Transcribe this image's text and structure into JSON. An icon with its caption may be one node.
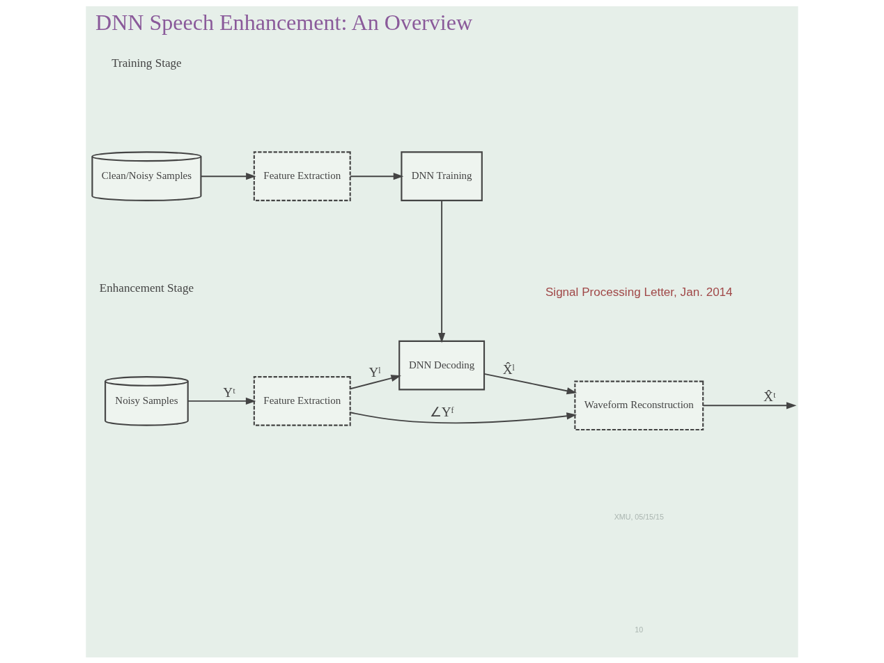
{
  "diagram": {
    "title": "DNN Speech Enhancement: An Overview",
    "nodes": [
      {
        "text": [
          "Clean/Noisy Samples"
        ]
      },
      {
        "text": [
          "Feature Extraction"
        ]
      },
      {
        "text": [
          "DNN Training"
        ]
      },
      {
        "text": [
          "Noisy Samples"
        ]
      },
      {
        "text": [
          "Feature Extraction"
        ]
      },
      {
        "text": [
          "DNN Decoding"
        ]
      },
      {
        "text": [
          "Waveform Reconstruction"
        ]
      }
    ],
    "edges": [
      {
        "from": 0,
        "to": 1,
        "arrow": "to"
      },
      {
        "from": 1,
        "to": 2,
        "arrow": "to"
      },
      {
        "from": 2,
        "to": 5,
        "arrow": "to"
      },
      {
        "from": 3,
        "to": 4,
        "arrow": "to",
        "label": "Yᵗ"
      },
      {
        "from": 4,
        "to": 5,
        "arrow": "to",
        "label": "Yˡ"
      },
      {
        "from": 5,
        "to": 6,
        "arrow": "to",
        "label": "X̂ˡ"
      },
      {
        "from": 4,
        "to": 6,
        "arrow": "to",
        "label": "∠Yᶠ"
      },
      {
        "from": 6,
        "to": null,
        "arrow": "to",
        "label": "X̂ᵗ"
      }
    ],
    "labels": [
      "Training Stage",
      "Signal Processing Letter, Jan. 2014",
      "Enhancement Stage",
      "XMU, 05/15/15",
      "10"
    ]
  }
}
